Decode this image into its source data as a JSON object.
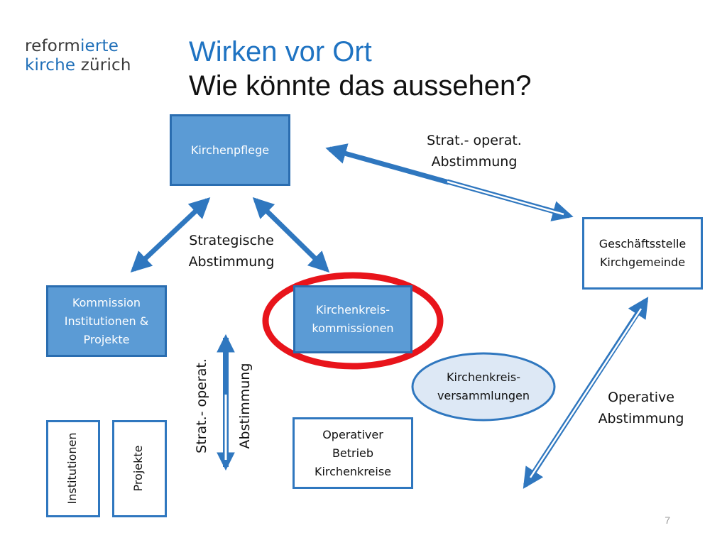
{
  "logo": {
    "line1_a": "reform",
    "line1_b": "ierte",
    "line2_a": "kirche",
    "line2_b": " zürich"
  },
  "title": {
    "line1": "Wirken vor Ort",
    "line2": "Wie könnte das aussehen?"
  },
  "nodes": {
    "kirchenpflege": "Kirchenpflege",
    "geschaeftsstelle": [
      "Geschäftsstelle",
      "Kirchgemeinde"
    ],
    "kommission": [
      "Kommission",
      "Institutionen &",
      "Projekte"
    ],
    "kirchenkreiskommissionen": [
      "Kirchenkreis-",
      "kommissionen"
    ],
    "kirchenkreisversammlungen": [
      "Kirchenkreis-",
      "versammlungen"
    ],
    "operativer_betrieb": [
      "Operativer",
      "Betrieb",
      "Kirchenkreise"
    ],
    "institutionen": "Institutionen",
    "projekte": "Projekte"
  },
  "labels": {
    "strat_operat_top": [
      "Strat.- operat.",
      "Abstimmung"
    ],
    "strategische": [
      "Strategische",
      "Abstimmung"
    ],
    "strat_operat_vertical": [
      "Strat.- operat.",
      "Abstimmung"
    ],
    "operative": [
      "Operative",
      "Abstimmung"
    ]
  },
  "page_number": "7",
  "colors": {
    "primary_blue": "#2f77bf",
    "fill_blue": "#5b9bd5",
    "highlight_red": "#e8141b",
    "ellipse_fill": "#dde8f5"
  }
}
